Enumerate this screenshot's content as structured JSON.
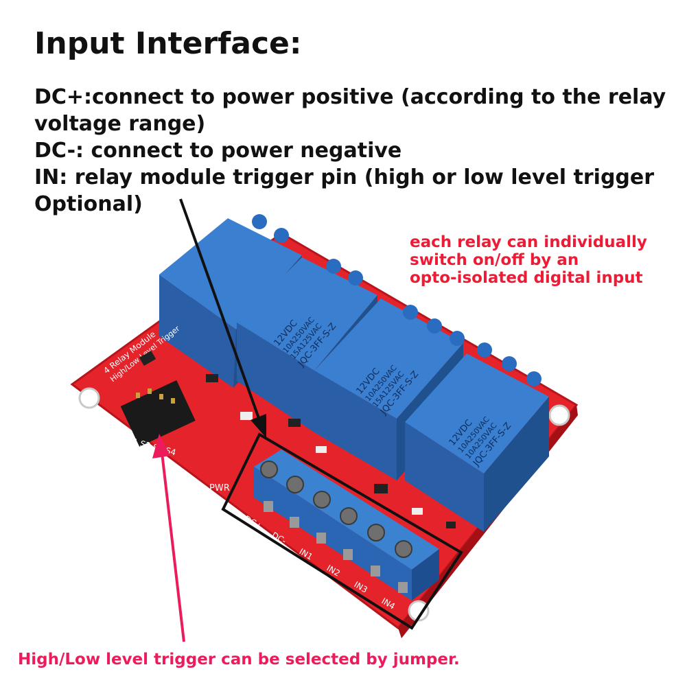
{
  "heading": "Input Interface:",
  "descriptions": {
    "dc_plus_line1": "DC+:connect to power positive (according to the relay",
    "dc_plus_line2": "voltage range)",
    "dc_minus": "DC-: connect to power negative",
    "in_line1": "IN: relay module trigger pin (high or low level trigger",
    "in_line2": "Optional)"
  },
  "side_note": {
    "line1": "each relay can individually",
    "line2": "switch on/off by an",
    "line3": "opto-isolated digital input"
  },
  "bottom_note": "High/Low level trigger can be selected by jumper.",
  "relay_text": {
    "voltage": "12VDC",
    "rating1": "10A250VAC",
    "rating2": "15A125VAC",
    "rating3": "10A250VAC",
    "model": "JQC-3FF-S-Z"
  },
  "board_text": {
    "title1": "4 Relay Module",
    "title2": "High/Low Level Trigger",
    "jumper_label": "S1 S2 S3 S4",
    "pwr": "PWR"
  },
  "terminal_labels": [
    "DC+",
    "DC-",
    "IN1",
    "IN2",
    "IN3",
    "IN4"
  ],
  "colors": {
    "board": "#e8202a",
    "relay": "#2f6fc4",
    "terminal": "#3b78c8",
    "highlight_text": "#ec1c36",
    "arrow_pink": "#ec1c5c"
  }
}
